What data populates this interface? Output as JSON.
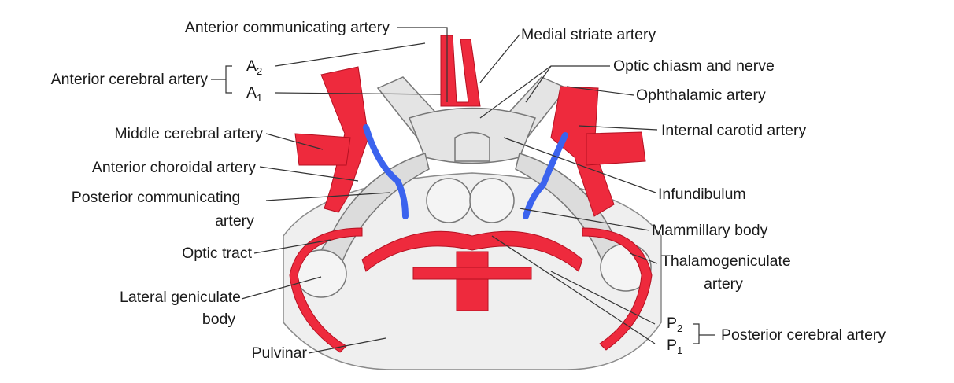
{
  "labels": {
    "anterior_communicating": "Anterior communicating artery",
    "medial_striate": "Medial striate artery",
    "a2_letter": "A",
    "a2_sub": "2",
    "a1_letter": "A",
    "a1_sub": "1",
    "anterior_cerebral": "Anterior cerebral artery",
    "optic_chiasm": "Optic chiasm and nerve",
    "ophthalmic": "Ophthalamic artery",
    "middle_cerebral": "Middle cerebral artery",
    "internal_carotid": "Internal carotid artery",
    "anterior_choroidal": "Anterior choroidal artery",
    "posterior_communicating_1": "Posterior communicating",
    "posterior_communicating_2": "artery",
    "infundibulum": "Infundibulum",
    "mammillary": "Mammillary body",
    "optic_tract": "Optic tract",
    "thalamogeniculate_1": "Thalamogeniculate",
    "thalamogeniculate_2": "artery",
    "lateral_geniculate_1": "Lateral geniculate",
    "lateral_geniculate_2": "body",
    "p2_letter": "P",
    "p2_sub": "2",
    "p1_letter": "P",
    "p1_sub": "1",
    "posterior_cerebral": "Posterior cerebral artery",
    "pulvinar": "Pulvinar"
  },
  "colors": {
    "artery": "#ee2a3d",
    "artery_dark": "#b51021",
    "highlight": "#3b63ee",
    "tissue": "#d8d8d8",
    "tissue_line": "#6f6f6f",
    "leader": "#333333"
  }
}
